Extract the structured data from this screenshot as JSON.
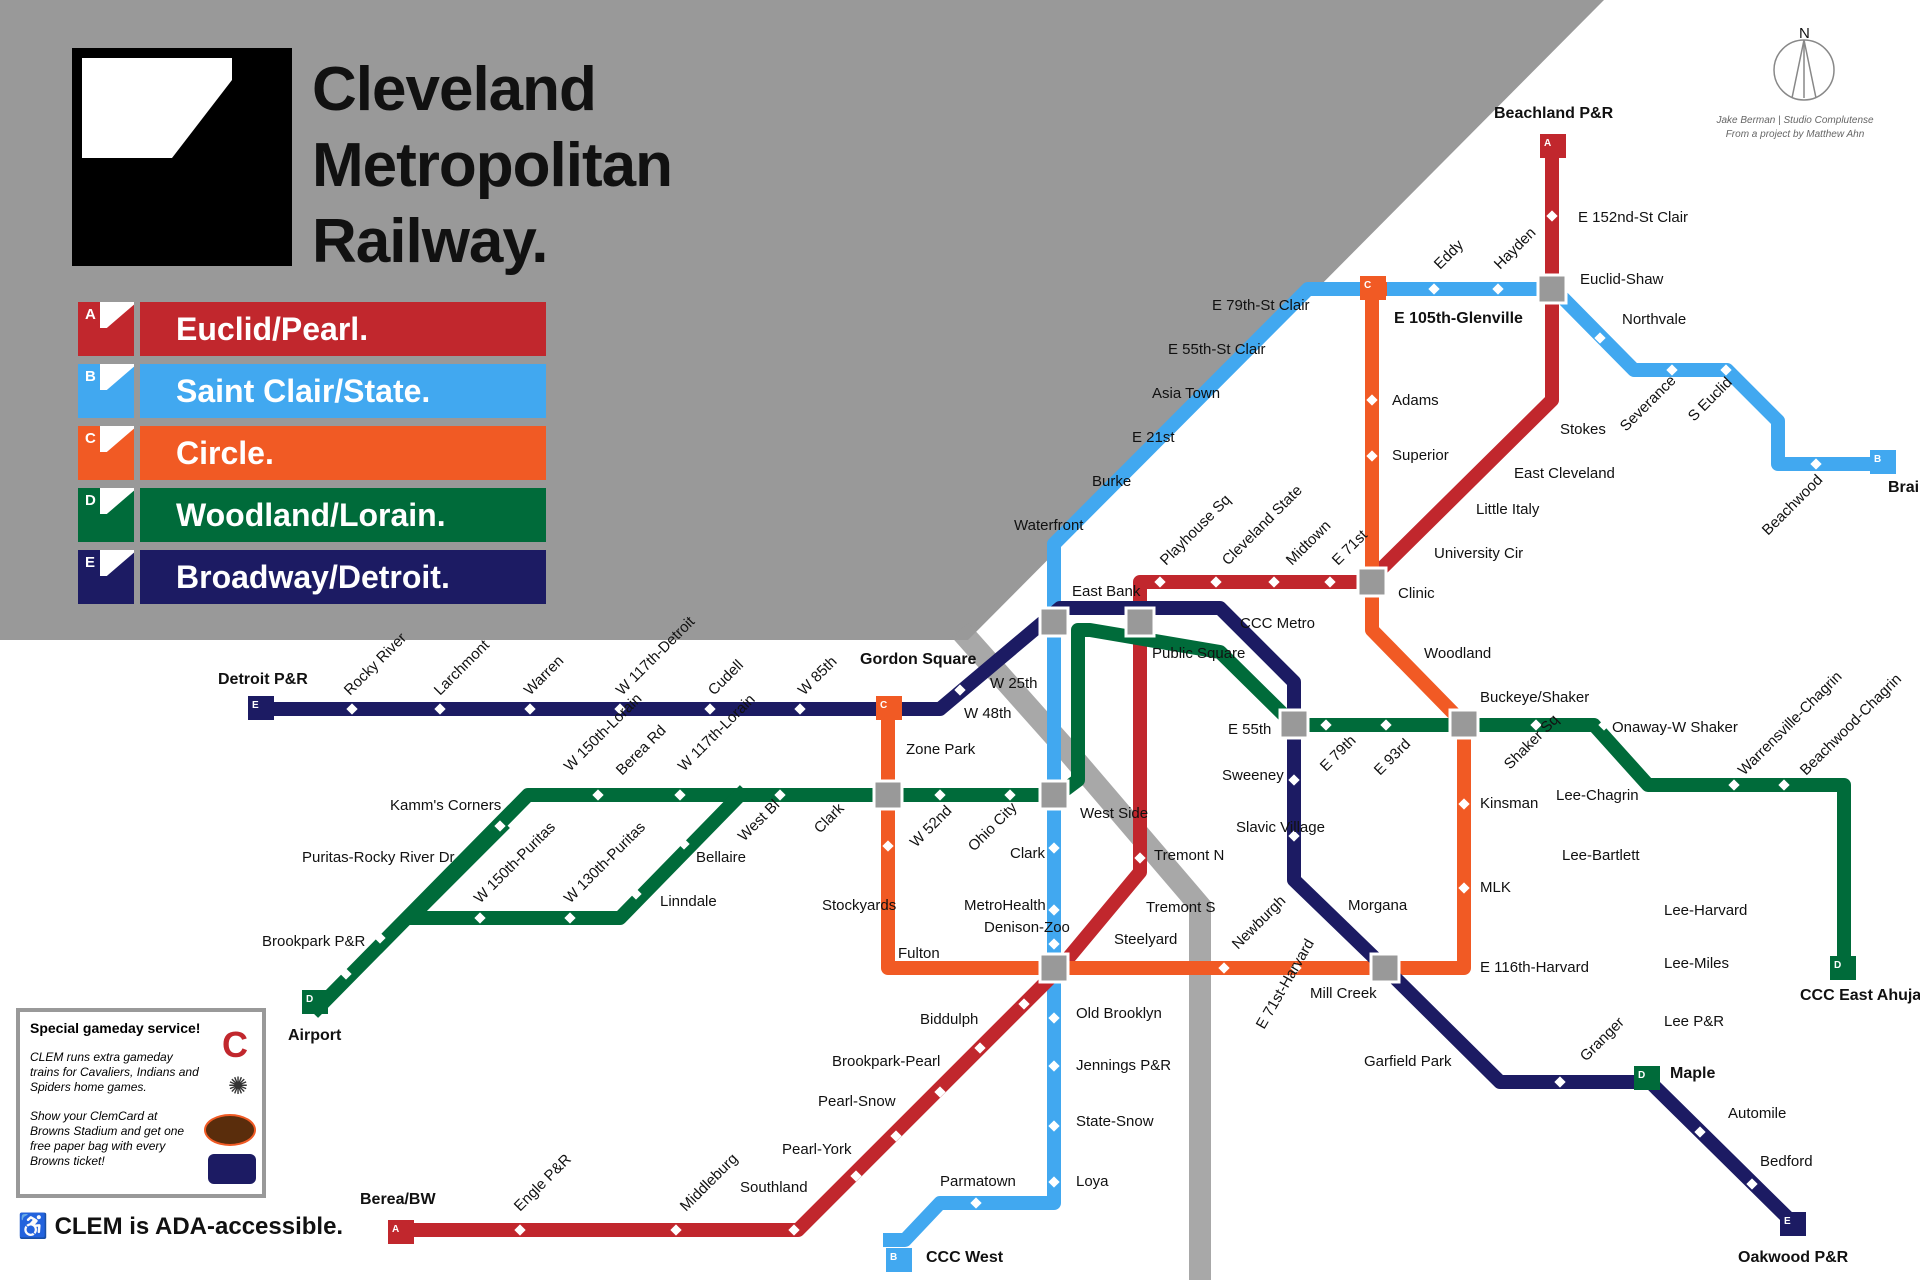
{
  "title": {
    "line1": "Cleveland",
    "line2": "Metropolitan",
    "line3": "Railway."
  },
  "colors": {
    "red": "#c1272d",
    "blue": "#41a8f0",
    "orange": "#f15a24",
    "green": "#006b3a",
    "navy": "#1c1b63",
    "gray": "#999999"
  },
  "legend": [
    {
      "letter": "A",
      "name": "Euclid/Pearl.",
      "color": "#c1272d"
    },
    {
      "letter": "B",
      "name": "Saint Clair/State.",
      "color": "#41a8f0"
    },
    {
      "letter": "C",
      "name": "Circle.",
      "color": "#f15a24"
    },
    {
      "letter": "D",
      "name": "Woodland/Lorain.",
      "color": "#006b3a"
    },
    {
      "letter": "E",
      "name": "Broadway/Detroit.",
      "color": "#1c1b63"
    }
  ],
  "compass": {
    "label": "N"
  },
  "credits": {
    "author": "Jake Berman | Studio Complutense",
    "from": "From a project by Matthew Ahn"
  },
  "gameday": {
    "title": "Special gameday service!",
    "text1": "CLEM runs extra gameday trains for Cavaliers, Indians and Spiders home games.",
    "text2": "Show your ClemCard at Browns Stadium and get one free paper bag with every Browns ticket!",
    "team_icons": [
      "indians-icon",
      "spiders-icon",
      "browns-icon",
      "cavaliers-icon"
    ]
  },
  "ada": {
    "text": "CLEM is ADA-accessible."
  },
  "stations": {
    "beachland": "Beachland P&R",
    "e152": "E 152nd-St Clair",
    "euclid_shaw": "Euclid-Shaw",
    "northvale": "Northvale",
    "eddy": "Eddy",
    "hayden": "Hayden",
    "e105": "E 105th-Glenville",
    "e79sc": "E 79th-St Clair",
    "e55sc": "E 55th-St Clair",
    "asia": "Asia Town",
    "e21": "E 21st",
    "burke": "Burke",
    "waterfront": "Waterfront",
    "east_bank": "East Bank",
    "playhouse": "Playhouse Sq",
    "csu": "Cleveland State",
    "midtown": "Midtown",
    "e71": "E 71st",
    "clinic": "Clinic",
    "adams": "Adams",
    "superior": "Superior",
    "stokes": "Stokes",
    "east_cleveland": "East Cleveland",
    "little_italy": "Little Italy",
    "university": "University Cir",
    "severance": "Severance",
    "s_euclid": "S Euclid",
    "beachwood": "Beachwood",
    "brainard": "Brainard P&R",
    "ccc_metro": "CCC Metro",
    "public_square": "Public Square",
    "woodland": "Woodland",
    "buckeye": "Buckeye/Shaker",
    "onaway": "Onaway-W Shaker",
    "warrensville": "Warrensville-Chagrin",
    "beachwood_chagrin": "Beachwood-Chagrin",
    "shaker_sq": "Shaker Sq",
    "e55": "E 55th",
    "e79": "E 79th",
    "e93": "E 93rd",
    "kinsman": "Kinsman",
    "lee_chagrin": "Lee-Chagrin",
    "lee_bartlett": "Lee-Bartlett",
    "lee_harvard": "Lee-Harvard",
    "lee_miles": "Lee-Miles",
    "lee_pr": "Lee P&R",
    "ccc_east": "CCC East Ahuja P&R",
    "maple": "Maple",
    "automile": "Automile",
    "bedford": "Bedford",
    "oakwood": "Oakwood P&R",
    "sweeney": "Sweeney",
    "slavic": "Slavic Village",
    "morgana": "Morgana",
    "mlk": "MLK",
    "e116": "E 116th-Harvard",
    "mill_creek": "Mill Creek",
    "e71h": "E 71st-Harvard",
    "newburgh": "Newburgh",
    "garfield": "Garfield Park",
    "granger": "Granger",
    "tremont_n": "Tremont N",
    "tremont_s": "Tremont S",
    "steelyard": "Steelyard",
    "detroit_pr": "Detroit P&R",
    "rocky_river": "Rocky River",
    "larchmont": "Larchmont",
    "warren": "Warren",
    "w117d": "W 117th-Detroit",
    "cudell": "Cudell",
    "w85": "W 85th",
    "gordon": "Gordon Square",
    "w25": "W 25th",
    "w48": "W 48th",
    "zone_park": "Zone Park",
    "west_side": "West Side",
    "kamms": "Kamm's Corners",
    "w150l": "W 150th-Lorain",
    "berea_rd": "Berea Rd",
    "w117l": "W 117th-Lorain",
    "west_bl": "West Bl",
    "clark_w": "Clark",
    "puritas_rr": "Puritas-Rocky River Dr",
    "w150p": "W 150th-Puritas",
    "w130p": "W 130th-Puritas",
    "bellaire": "Bellaire",
    "linndale": "Linndale",
    "brookpark_pr": "Brookpark P&R",
    "airport": "Airport",
    "w52": "W 52nd",
    "ohio_city": "Ohio City",
    "clark": "Clark",
    "stockyards": "Stockyards",
    "fulton": "Fulton",
    "metrohealth": "MetroHealth",
    "denison": "Denison-Zoo",
    "old_brooklyn": "Old Brooklyn",
    "jennings": "Jennings P&R",
    "state_snow": "State-Snow",
    "loya": "Loya",
    "parmatown": "Parmatown",
    "ccc_west": "CCC West",
    "biddulph": "Biddulph",
    "brookpark_pearl": "Brookpark-Pearl",
    "pearl_snow": "Pearl-Snow",
    "pearl_york": "Pearl-York",
    "southland": "Southland",
    "middleburg": "Middleburg",
    "engle": "Engle P&R",
    "berea_bw": "Berea/BW"
  },
  "terminals": {
    "beachland": "A",
    "berea": "A",
    "brainard": "B",
    "ccc_west": "B",
    "e105": "C",
    "gordon": "C",
    "airport": "D",
    "ccc_east": "D",
    "maple": "D",
    "detroit": "E",
    "oakwood": "E"
  }
}
